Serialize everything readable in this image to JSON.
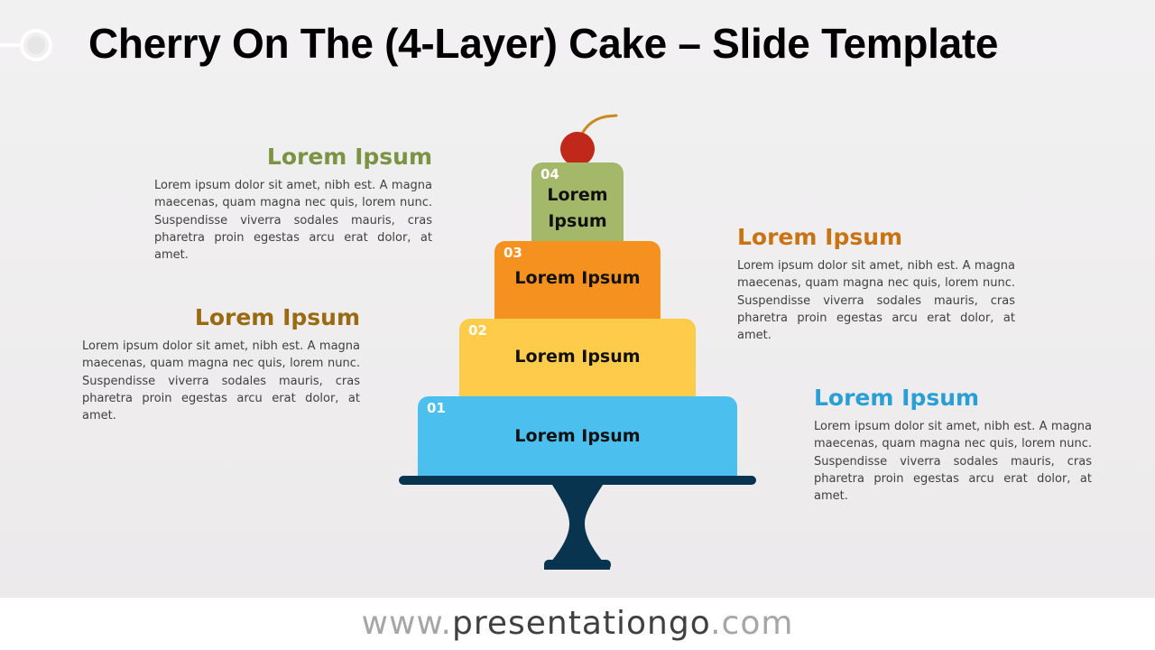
{
  "slide": {
    "title": "Cherry On The (4-Layer) Cake – Slide Template"
  },
  "layers": [
    {
      "number": "01",
      "label": "Lorem Ipsum",
      "color": "#4bbfee"
    },
    {
      "number": "02",
      "label": "Lorem Ipsum",
      "color": "#fecb4b"
    },
    {
      "number": "03",
      "label": "Lorem Ipsum",
      "color": "#f5911f"
    },
    {
      "number": "04",
      "label_line1": "Lorem",
      "label_line2": "Ipsum",
      "color": "#a4b86a"
    }
  ],
  "text_blocks": [
    {
      "heading": "Lorem Ipsum",
      "color": "#7a9443",
      "body": "Lorem ipsum dolor sit amet, nibh est. A magna maecenas, quam magna nec quis, lorem nunc. Suspendisse viverra sodales mauris, cras pharetra proin egestas arcu erat dolor, at amet."
    },
    {
      "heading": "Lorem Ipsum",
      "color": "#c97414",
      "body": "Lorem ipsum dolor sit amet, nibh est. A magna maecenas, quam magna nec quis, lorem nunc. Suspendisse viverra sodales mauris, cras pharetra proin egestas arcu erat dolor, at amet."
    },
    {
      "heading": "Lorem Ipsum",
      "color": "#9a6a12",
      "body": "Lorem ipsum dolor sit amet, nibh est. A magna maecenas, quam magna nec quis, lorem nunc. Suspendisse viverra sodales mauris, cras pharetra proin egestas arcu erat dolor, at amet."
    },
    {
      "heading": "Lorem Ipsum",
      "color": "#2a9fd6",
      "body": "Lorem ipsum dolor sit amet, nibh est. A magna maecenas, quam magna nec quis, lorem nunc. Suspendisse viverra sodales mauris, cras pharetra proin egestas arcu erat dolor, at amet."
    }
  ],
  "colors": {
    "stand": "#08344f",
    "cherry": "#c0281a",
    "stem": "#c88a1e"
  },
  "footer": {
    "url_prefix": "www.",
    "url_domain": "presentationgo",
    "url_suffix": ".com"
  }
}
